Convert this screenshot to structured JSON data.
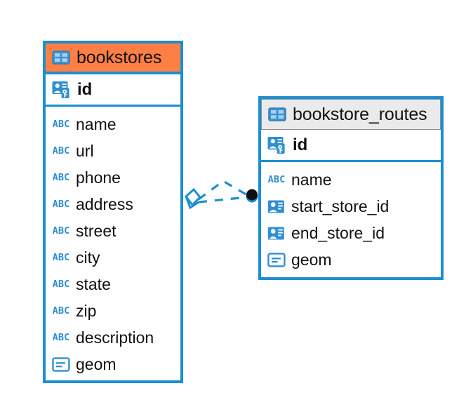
{
  "diagram": {
    "type": "entity-relationship-diagram",
    "background_color": "#ffffff",
    "accent_color": "#1b8fd0",
    "highlight_color": "#fd7f43",
    "header_gray": "#eaeaea"
  },
  "entities": [
    {
      "name": "bookstores",
      "header_style": "orange",
      "header_icon": "table-icon",
      "primary_key": {
        "label": "id",
        "icon": "primary-key-icon"
      },
      "fields": [
        {
          "label": "name",
          "icon": "abc-text-icon",
          "type": "text"
        },
        {
          "label": "url",
          "icon": "abc-text-icon",
          "type": "text"
        },
        {
          "label": "phone",
          "icon": "abc-text-icon",
          "type": "text"
        },
        {
          "label": "address",
          "icon": "abc-text-icon",
          "type": "text"
        },
        {
          "label": "street",
          "icon": "abc-text-icon",
          "type": "text"
        },
        {
          "label": "city",
          "icon": "abc-text-icon",
          "type": "text"
        },
        {
          "label": "state",
          "icon": "abc-text-icon",
          "type": "text"
        },
        {
          "label": "zip",
          "icon": "abc-text-icon",
          "type": "text"
        },
        {
          "label": "description",
          "icon": "abc-text-icon",
          "type": "text"
        },
        {
          "label": "geom",
          "icon": "geometry-icon",
          "type": "geometry"
        }
      ]
    },
    {
      "name": "bookstore_routes",
      "header_style": "gray",
      "header_icon": "table-icon",
      "primary_key": {
        "label": "id",
        "icon": "primary-key-icon"
      },
      "fields": [
        {
          "label": "name",
          "icon": "abc-text-icon",
          "type": "text"
        },
        {
          "label": "start_store_id",
          "icon": "foreign-key-icon",
          "type": "reference"
        },
        {
          "label": "end_store_id",
          "icon": "foreign-key-icon",
          "type": "reference"
        },
        {
          "label": "geom",
          "icon": "geometry-icon",
          "type": "geometry"
        }
      ]
    }
  ],
  "relationship": {
    "from_entity": "bookstores",
    "to_entity": "bookstore_routes",
    "line_style": "dashed",
    "line_color": "#1b8fd0",
    "source_marker": "diamond-marker",
    "target_marker": "filled-circle-marker",
    "target_marker_color": "#0d0d14"
  },
  "icon_glyphs": {
    "abc_text": "ABC"
  }
}
